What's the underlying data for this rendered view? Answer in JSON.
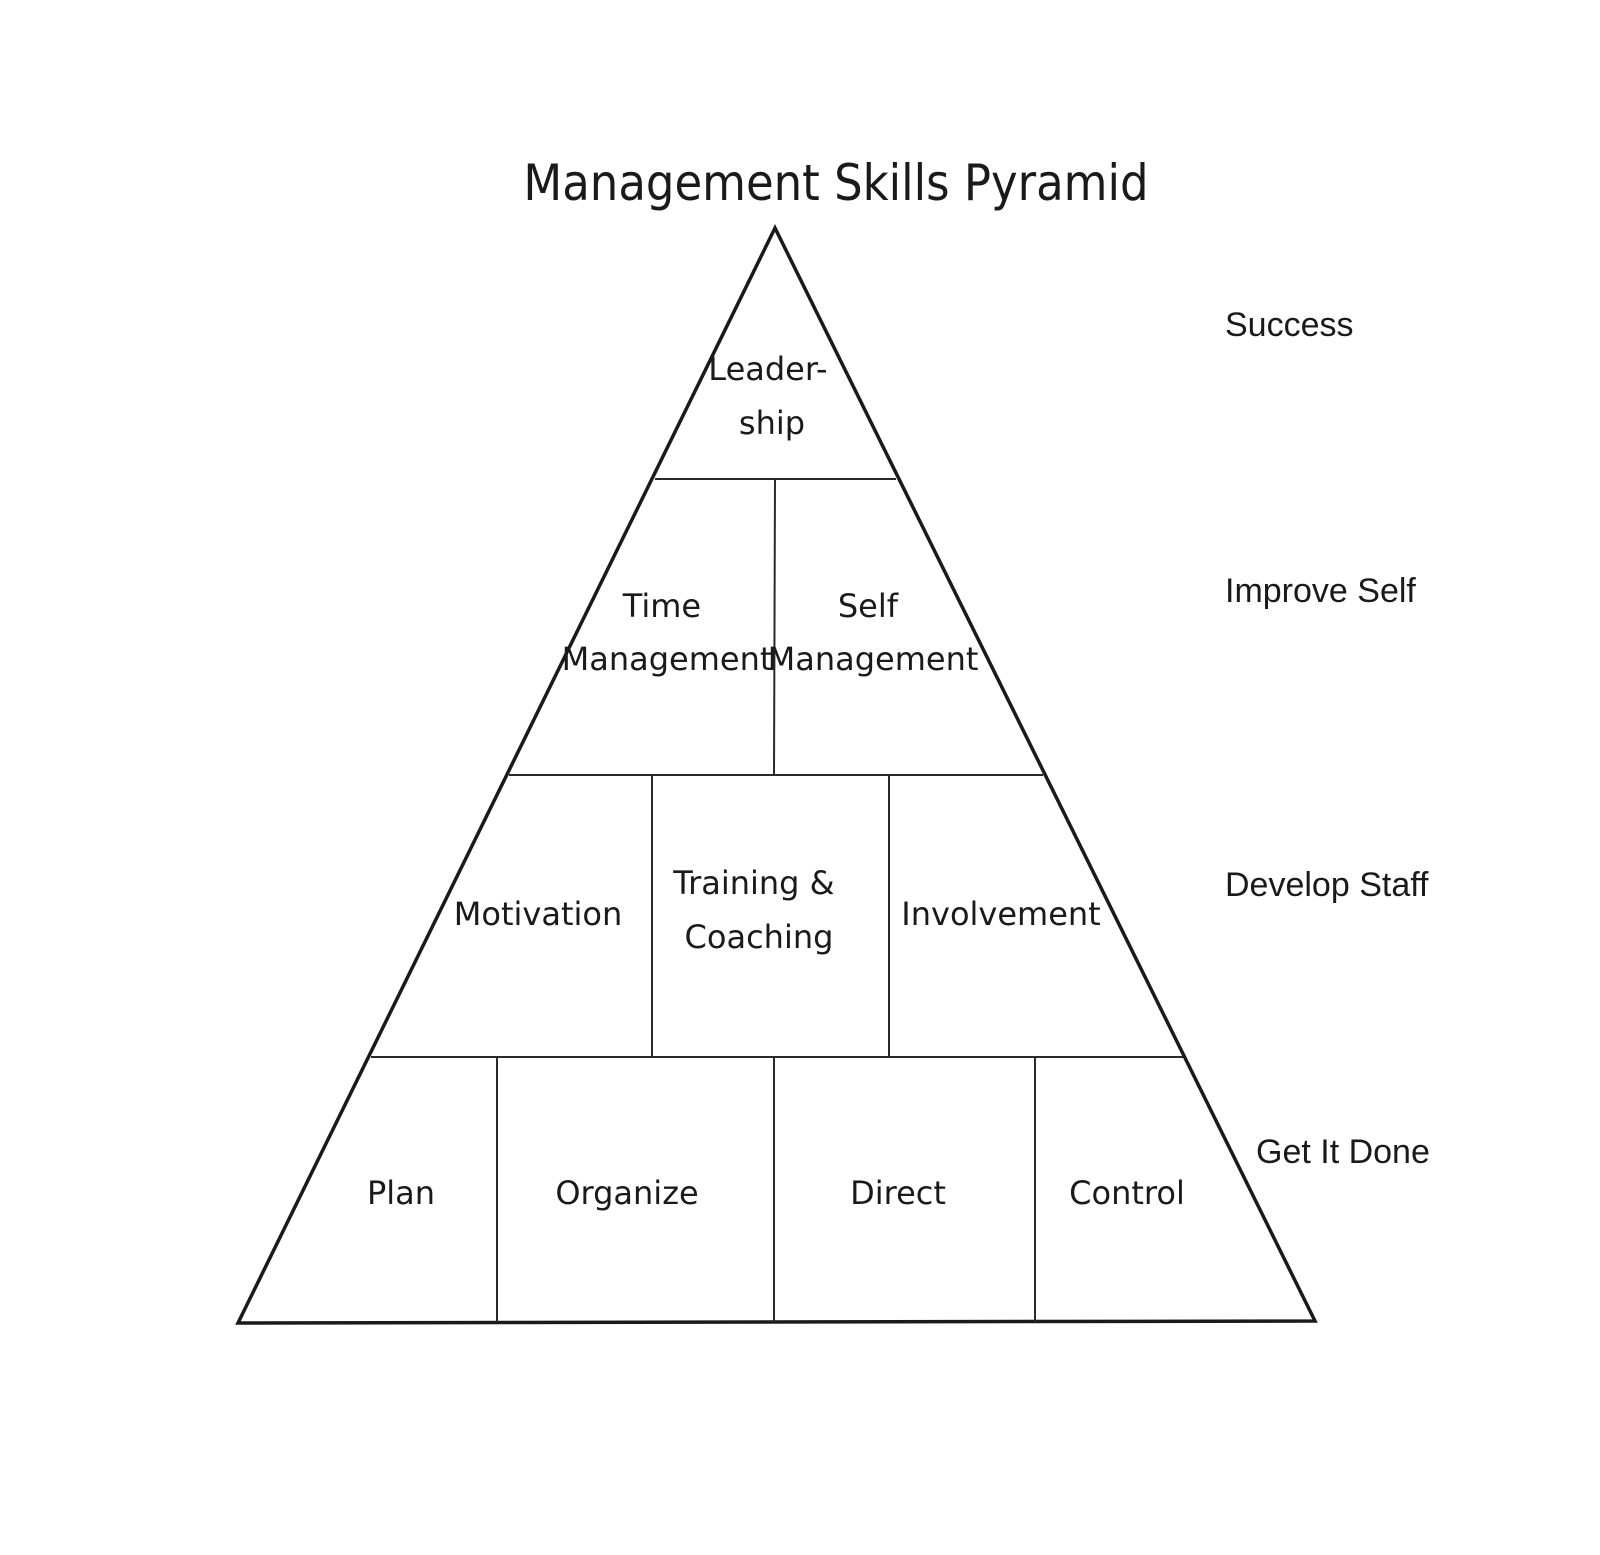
{
  "title": "Management Skills Pyramid",
  "tiers": [
    {
      "label": "Success",
      "blocks": [
        {
          "lines": [
            "Leader-",
            "ship"
          ]
        }
      ]
    },
    {
      "label": "Improve Self",
      "blocks": [
        {
          "lines": [
            "Time",
            "Management"
          ]
        },
        {
          "lines": [
            "Self",
            "Management"
          ]
        }
      ]
    },
    {
      "label": "Develop Staff",
      "blocks": [
        {
          "lines": [
            "Motivation"
          ]
        },
        {
          "lines": [
            "Training &",
            "Coaching"
          ]
        },
        {
          "lines": [
            "Involvement"
          ]
        }
      ]
    },
    {
      "label": "Get It Done",
      "blocks": [
        {
          "lines": [
            "Plan"
          ]
        },
        {
          "lines": [
            "Organize"
          ]
        },
        {
          "lines": [
            "Direct"
          ]
        },
        {
          "lines": [
            "Control"
          ]
        }
      ]
    }
  ]
}
